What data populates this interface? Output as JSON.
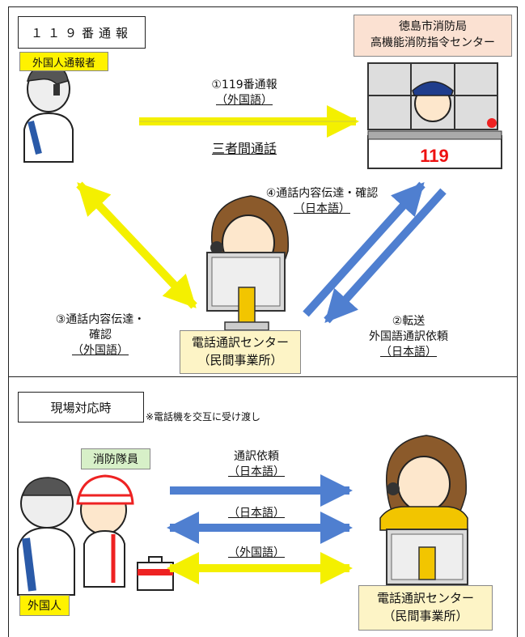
{
  "top": {
    "title": "１１９番通報",
    "caller_tag": "外国人通報者",
    "fire_hq_line1": "徳島市消防局",
    "fire_hq_line2": "高機能消防指令センター",
    "step1_label": "①119番通報",
    "step1_lang": "（外国語）",
    "three_way": "三者間通話",
    "step4_label": "④通話内容伝達・確認",
    "step4_lang": "（日本語）",
    "step3_line1": "③通話内容伝達・",
    "step3_line2": "確認",
    "step3_lang": "（外国語）",
    "step2_line1": "②転送",
    "step2_line2": "外国語通訳依頼",
    "step2_lang": "（日本語）",
    "center_line1": "電話通訳センター",
    "center_line2": "（民間事業所）",
    "desk_number": "119"
  },
  "bottom": {
    "title": "現場対応時",
    "note": "※電話機を交互に受け渡し",
    "firefighter_tag": "消防隊員",
    "foreigner_tag": "外国人",
    "arrow1_line1": "通訳依頼",
    "arrow1_line2": "（日本語）",
    "arrow2_label": "（日本語）",
    "arrow3_label": "（外国語）",
    "center_line1": "電話通訳センター",
    "center_line2": "（民間事業所）"
  },
  "colors": {
    "yellow_arrow": "#f4f000",
    "blue_arrow": "#4f7fd0",
    "caller_tag_bg": "#fff200",
    "firefighter_tag_bg": "#d7f0c8",
    "fire_hq_bg": "#fbe1d2",
    "center_bg": "#fdf4c6"
  }
}
